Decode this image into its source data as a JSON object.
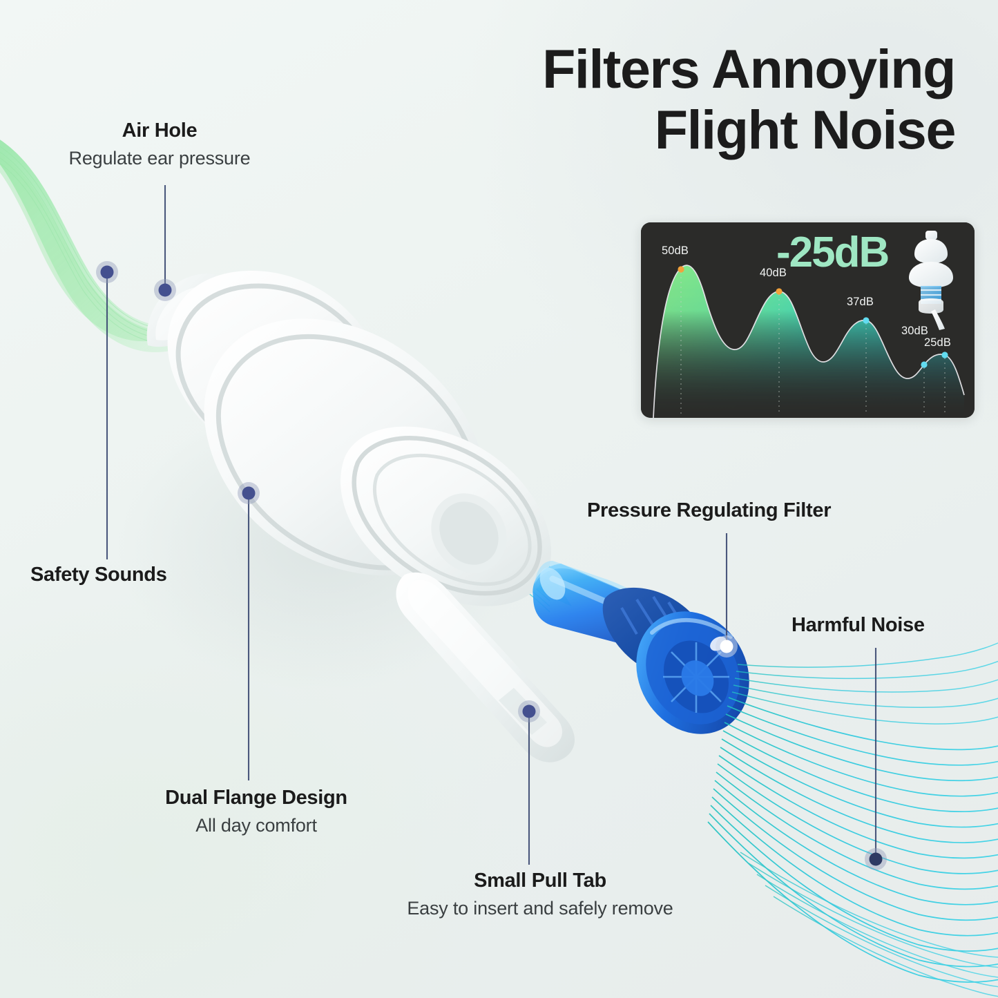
{
  "headline": {
    "line1": "Filters Annoying",
    "line2": "Flight Noise"
  },
  "callouts": [
    {
      "id": "air-hole",
      "title": "Air Hole",
      "subtitle": "Regulate ear pressure"
    },
    {
      "id": "safety-sounds",
      "title": "Safety Sounds",
      "subtitle": ""
    },
    {
      "id": "dual-flange",
      "title": "Dual Flange Design",
      "subtitle": "All day comfort"
    },
    {
      "id": "small-pull-tab",
      "title": "Small Pull Tab",
      "subtitle": "Easy to insert and safely remove"
    },
    {
      "id": "pressure-regulating-filter",
      "title": "Pressure Regulating Filter",
      "subtitle": ""
    },
    {
      "id": "harmful-noise",
      "title": "Harmful Noise",
      "subtitle": ""
    }
  ],
  "chart_data": {
    "type": "area",
    "title": "-25dB",
    "xlabel": "",
    "ylabel": "",
    "grid": true,
    "legend_position": "none",
    "panel_background": "#2b2b29",
    "title_color": "#9fe7c3",
    "label_color": "#f2f4f3",
    "categories": [
      "p1",
      "p2",
      "p3",
      "p4",
      "p5"
    ],
    "values": [
      50,
      40,
      37,
      30,
      25
    ],
    "point_labels": [
      "50dB",
      "40dB",
      "37dB",
      "30dB",
      "25dB"
    ],
    "point_colors": [
      "#f2a23c",
      "#f2a23c",
      "#62dcf0",
      "#62dcf0",
      "#62dcf0"
    ],
    "ylim": [
      0,
      56
    ],
    "fill_gradient": [
      "#8cf08c",
      "#45e0b6",
      "#2fcfd0"
    ],
    "line_color": "#e8e6ea"
  },
  "colors": {
    "background": "#eef3f1",
    "text_primary": "#1b1b1b",
    "text_secondary": "#3a3f41",
    "marker": "#44508f",
    "marker_ring": "#9aa3bf",
    "leader_line": "#3c4a72",
    "wave_green": "#86e09a",
    "wave_cyan": "#2ec7e0",
    "filter_blue": "#1f6fe0",
    "chart_panel": "#2b2b29",
    "chart_accent": "#9fe7c3"
  }
}
